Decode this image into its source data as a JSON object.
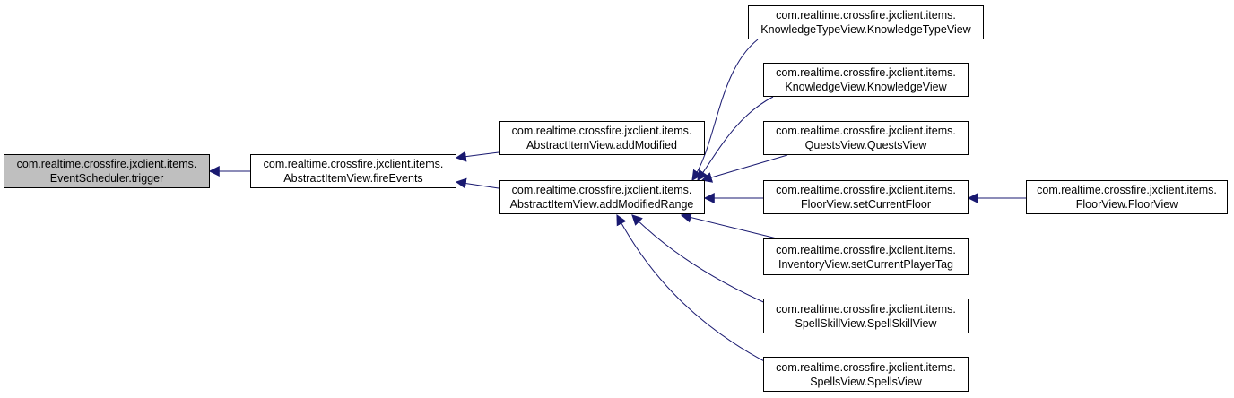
{
  "diagram": {
    "edge_color": "#191970",
    "root_fill": "#bfbfbf",
    "nodes": [
      {
        "id": "trigger",
        "line1": "com.realtime.crossfire.jxclient.items.",
        "line2": "EventScheduler.trigger",
        "root": true
      },
      {
        "id": "fireEvents",
        "line1": "com.realtime.crossfire.jxclient.items.",
        "line2": "AbstractItemView.fireEvents"
      },
      {
        "id": "addModified",
        "line1": "com.realtime.crossfire.jxclient.items.",
        "line2": "AbstractItemView.addModified"
      },
      {
        "id": "addModifiedRange",
        "line1": "com.realtime.crossfire.jxclient.items.",
        "line2": "AbstractItemView.addModifiedRange"
      },
      {
        "id": "KnowledgeTypeView",
        "line1": "com.realtime.crossfire.jxclient.items.",
        "line2": "KnowledgeTypeView.KnowledgeTypeView"
      },
      {
        "id": "KnowledgeView",
        "line1": "com.realtime.crossfire.jxclient.items.",
        "line2": "KnowledgeView.KnowledgeView"
      },
      {
        "id": "QuestsView",
        "line1": "com.realtime.crossfire.jxclient.items.",
        "line2": "QuestsView.QuestsView"
      },
      {
        "id": "setCurrentFloor",
        "line1": "com.realtime.crossfire.jxclient.items.",
        "line2": "FloorView.setCurrentFloor"
      },
      {
        "id": "setCurrentPlayerTag",
        "line1": "com.realtime.crossfire.jxclient.items.",
        "line2": "InventoryView.setCurrentPlayerTag"
      },
      {
        "id": "SpellSkillView",
        "line1": "com.realtime.crossfire.jxclient.items.",
        "line2": "SpellSkillView.SpellSkillView"
      },
      {
        "id": "SpellsView",
        "line1": "com.realtime.crossfire.jxclient.items.",
        "line2": "SpellsView.SpellsView"
      },
      {
        "id": "FloorView",
        "line1": "com.realtime.crossfire.jxclient.items.",
        "line2": "FloorView.FloorView"
      }
    ],
    "edges": [
      {
        "from": "fireEvents",
        "to": "trigger"
      },
      {
        "from": "addModified",
        "to": "fireEvents"
      },
      {
        "from": "addModifiedRange",
        "to": "fireEvents"
      },
      {
        "from": "KnowledgeTypeView",
        "to": "addModifiedRange"
      },
      {
        "from": "KnowledgeView",
        "to": "addModifiedRange"
      },
      {
        "from": "QuestsView",
        "to": "addModifiedRange"
      },
      {
        "from": "setCurrentFloor",
        "to": "addModifiedRange"
      },
      {
        "from": "setCurrentPlayerTag",
        "to": "addModifiedRange"
      },
      {
        "from": "SpellSkillView",
        "to": "addModifiedRange"
      },
      {
        "from": "SpellsView",
        "to": "addModifiedRange"
      },
      {
        "from": "FloorView",
        "to": "setCurrentFloor"
      }
    ]
  }
}
